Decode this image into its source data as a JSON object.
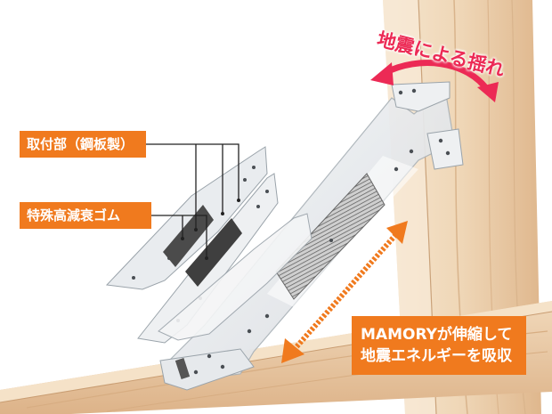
{
  "labels": {
    "mount": "取付部（鋼板製）",
    "rubber": "特殊高減衰ゴム",
    "mamory_line1": "MAMORYが伸縮して",
    "mamory_line2": "地震エネルギーを吸収",
    "shake": "地震による揺れ"
  },
  "colors": {
    "callout_bg": "#f07a1e",
    "callout_text": "#ffffff",
    "shake_text": "#ec2a55",
    "wood_light": "#f2dcc0",
    "wood_mid": "#e3bf96",
    "steel": "#e8ebee",
    "rubber": "#444444"
  },
  "icons": {
    "shake_arrow": "curved-double-arrow-icon",
    "stretch_arrow": "straight-double-arrow-icon"
  }
}
